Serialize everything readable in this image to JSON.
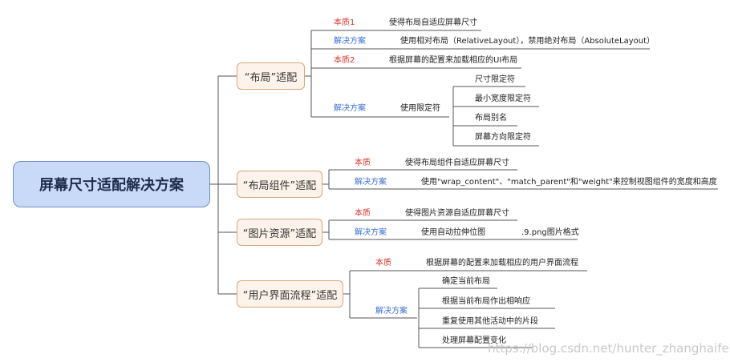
{
  "root": {
    "label": "屏幕尺寸适配解决方案"
  },
  "branches": [
    {
      "label": "“布局”适配",
      "items": [
        {
          "tag": "本质1",
          "text": "使得布局自适应屏幕尺寸"
        },
        {
          "tag": "解决方案",
          "text": "使用相对布局（RelativeLayout），禁用绝对布局（AbsoluteLayout）"
        },
        {
          "tag": "本质2",
          "text": "根据屏幕的配置来加载相应的UI布局"
        },
        {
          "tag": "解决方案",
          "text": "使用限定符",
          "children": [
            "尺寸限定符",
            "最小宽度限定符",
            "布局别名",
            "屏幕方向限定符"
          ]
        }
      ]
    },
    {
      "label": "“布局组件”适配",
      "items": [
        {
          "tag": "本质",
          "text": "使得布局组件自适应屏幕尺寸"
        },
        {
          "tag": "解决方案",
          "text": "使用\"wrap_content\"、\"match_parent\"和\"weight\"来控制视图组件的宽度和高度"
        }
      ]
    },
    {
      "label": "“图片资源”适配",
      "items": [
        {
          "tag": "本质",
          "text": "使得图片资源自适应屏幕尺寸"
        },
        {
          "tag": "解决方案",
          "text": "使用自动拉伸位图",
          "children": [
            ".9.png图片格式"
          ]
        }
      ]
    },
    {
      "label": "“用户界面流程”适配",
      "items": [
        {
          "tag": "本质",
          "text": "根据屏幕的配置来加载相应的用户界面流程"
        },
        {
          "tag": "解决方案",
          "children": [
            "确定当前布局",
            "根据当前布局作出相响应",
            "重复使用其他活动中的片段",
            "处理屏幕配置变化"
          ]
        }
      ]
    }
  ],
  "watermark": "https://blog.csdn.net/hunter_zhanghaifeng",
  "colors": {
    "root_fill": "#c9daf8",
    "branch_fill": "#fdf3ea",
    "tag_essence": "#e0312e",
    "tag_solution": "#3c6fd6"
  }
}
